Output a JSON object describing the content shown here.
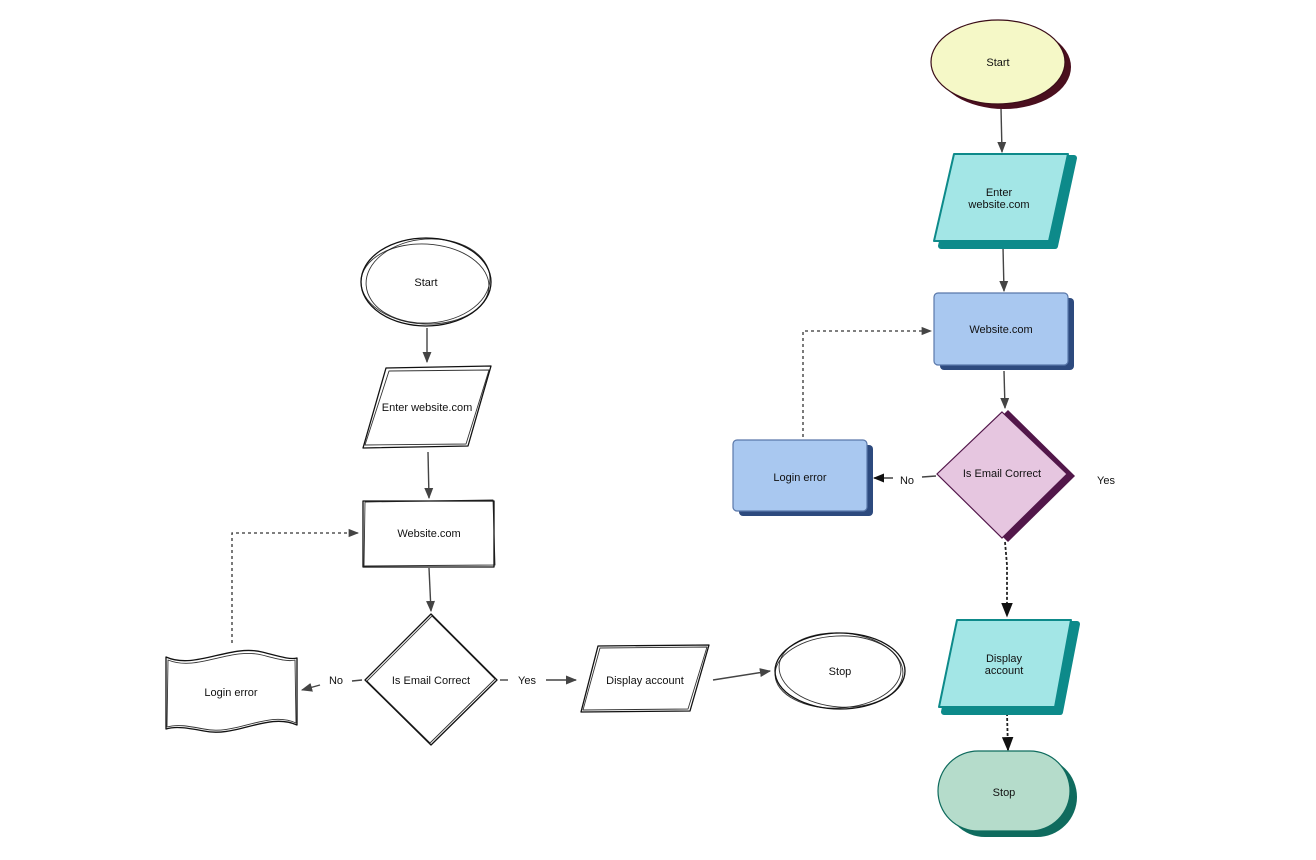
{
  "sketch_flow": {
    "start": "Start",
    "enter": "Enter website.com",
    "website": "Website.com",
    "decision": "Is Email Correct",
    "no": "No",
    "yes": "Yes",
    "error": "Login error",
    "display": "Display account",
    "stop": "Stop"
  },
  "styled_flow": {
    "start": "Start",
    "enter_line1": "Enter",
    "enter_line2": "website.com",
    "website": "Website.com",
    "decision": "Is Email Correct",
    "no": "No",
    "yes": "Yes",
    "error": "Login error",
    "display_line1": "Display",
    "display_line2": "account",
    "stop": "Stop"
  },
  "colors": {
    "start_fill": "#f5f8c7",
    "start_shadow": "#4a0f1e",
    "io_fill": "#a3e6e6",
    "io_shadow": "#0d8a8a",
    "process_fill": "#a9c8f0",
    "process_shadow": "#2d4a7e",
    "decision_fill": "#e6c6e0",
    "decision_shadow": "#52174a",
    "stop_fill": "#b5dccb",
    "stop_shadow": "#0f6b5e"
  }
}
